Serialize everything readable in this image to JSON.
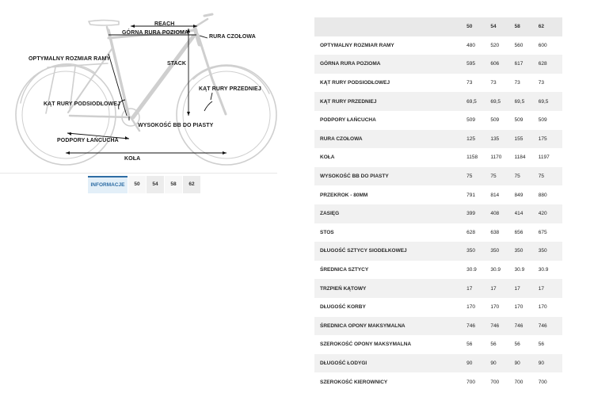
{
  "diagram": {
    "labels": {
      "reach": "REACH",
      "top_tube": "GÓRNA RURA POZIOMA",
      "head_tube": "RURA CZOŁOWA",
      "frame_size": "OPTYMALNY ROZMIAR RAMY",
      "stack": "STACK",
      "head_angle": "KĄT RURY PRZEDNIEJ",
      "seat_angle": "KĄT RURY PODSIODŁOWEJ",
      "bb_height": "WYSOKOŚĆ BB DO PIASTY",
      "chainstay": "PODPORY ŁAŃCUCHA",
      "wheelbase": "KOŁA"
    }
  },
  "tabs": [
    "INFORMACJE",
    "50",
    "54",
    "58",
    "62"
  ],
  "table": {
    "columns": [
      "",
      "50",
      "54",
      "58",
      "62"
    ],
    "rows": [
      [
        "OPTYMALNY ROZMIAR RAMY",
        "480",
        "520",
        "560",
        "600"
      ],
      [
        "GÓRNA RURA POZIOMA",
        "595",
        "606",
        "617",
        "628"
      ],
      [
        "KĄT RURY PODSIODŁOWEJ",
        "73",
        "73",
        "73",
        "73"
      ],
      [
        "KĄT RURY PRZEDNIEJ",
        "69,5",
        "69,5",
        "69,5",
        "69,5"
      ],
      [
        "PODPORY ŁAŃCUCHA",
        "509",
        "509",
        "509",
        "509"
      ],
      [
        "RURA CZOŁOWA",
        "125",
        "135",
        "155",
        "175"
      ],
      [
        "KOŁA",
        "1158",
        "1170",
        "1184",
        "1197"
      ],
      [
        "WYSOKOŚĆ BB DO PIASTY",
        "75",
        "75",
        "75",
        "75"
      ],
      [
        "PRZEKROK - 80MM",
        "791",
        "814",
        "849",
        "880"
      ],
      [
        "ZASIĘG",
        "399",
        "408",
        "414",
        "420"
      ],
      [
        "STOS",
        "628",
        "638",
        "656",
        "675"
      ],
      [
        "DŁUGOŚĆ SZTYCY SIODEŁKOWEJ",
        "350",
        "350",
        "350",
        "350"
      ],
      [
        "ŚREDNICA SZTYCY",
        "30.9",
        "30.9",
        "30.9",
        "30.9"
      ],
      [
        "TRZPIEŃ KĄTOWY",
        "17",
        "17",
        "17",
        "17"
      ],
      [
        "DŁUGOŚĆ KORBY",
        "170",
        "170",
        "170",
        "170"
      ],
      [
        "ŚREDNICA OPONY MAKSYMALNA",
        "746",
        "746",
        "746",
        "746"
      ],
      [
        "SZEROKOŚĆ OPONY MAKSYMALNA",
        "56",
        "56",
        "56",
        "56"
      ],
      [
        "DŁUGOŚĆ ŁODYGI",
        "90",
        "90",
        "90",
        "90"
      ],
      [
        "SZEROKOŚĆ KIEROWNICY",
        "700",
        "700",
        "700",
        "700"
      ]
    ]
  }
}
